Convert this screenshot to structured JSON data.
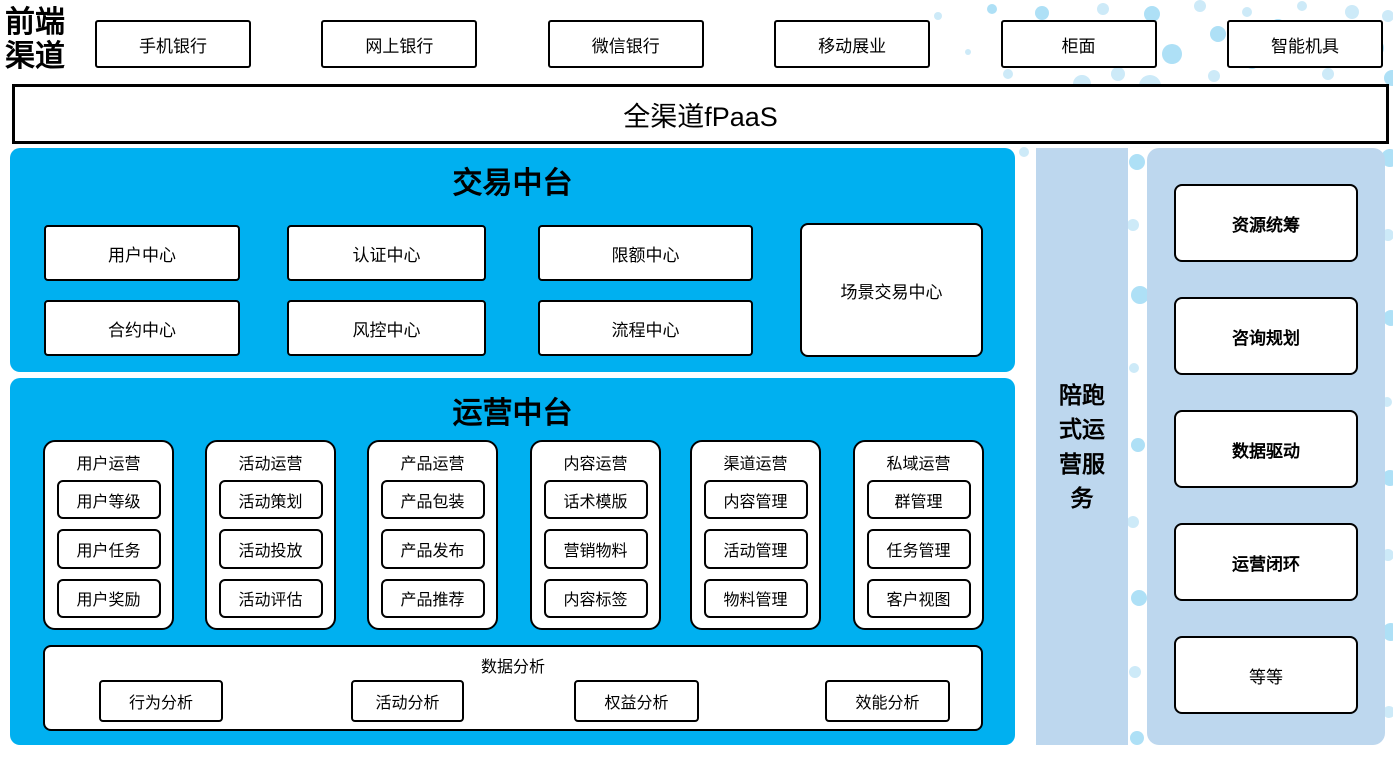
{
  "frontend_channels": {
    "label": "前端渠道",
    "channels": [
      "手机银行",
      "网上银行",
      "微信银行",
      "移动展业",
      "柜面",
      "智能机具"
    ]
  },
  "fpaas_bar": {
    "label": "全渠道fPaaS"
  },
  "transaction_platform": {
    "title": "交易中台",
    "centers": [
      "用户中心",
      "认证中心",
      "限额中心",
      "合约中心",
      "风控中心",
      "流程中心"
    ],
    "scenario_center": "场景交易中心"
  },
  "operation_platform": {
    "title": "运营中台",
    "columns": [
      {
        "header": "用户运营",
        "items": [
          "用户等级",
          "用户任务",
          "用户奖励"
        ]
      },
      {
        "header": "活动运营",
        "items": [
          "活动策划",
          "活动投放",
          "活动评估"
        ]
      },
      {
        "header": "产品运营",
        "items": [
          "产品包装",
          "产品发布",
          "产品推荐"
        ]
      },
      {
        "header": "内容运营",
        "items": [
          "话术模版",
          "营销物料",
          "内容标签"
        ]
      },
      {
        "header": "渠道运营",
        "items": [
          "内容管理",
          "活动管理",
          "物料管理"
        ]
      },
      {
        "header": "私域运营",
        "items": [
          "群管理",
          "任务管理",
          "客户视图"
        ]
      }
    ],
    "data_analysis": {
      "title": "数据分析",
      "items": [
        "行为分析",
        "活动分析",
        "权益分析",
        "效能分析"
      ]
    }
  },
  "companion_service": {
    "label": "陪跑式运营服务"
  },
  "service_panel": {
    "items": [
      "资源统筹",
      "咨询规划",
      "数据驱动",
      "运营闭环",
      "等等"
    ]
  },
  "colors": {
    "accent_blue": "#00B0F0",
    "panel_light_blue": "#BDD7EE",
    "dot_light_blue": "#CDEAF8",
    "box_border": "#000000"
  }
}
